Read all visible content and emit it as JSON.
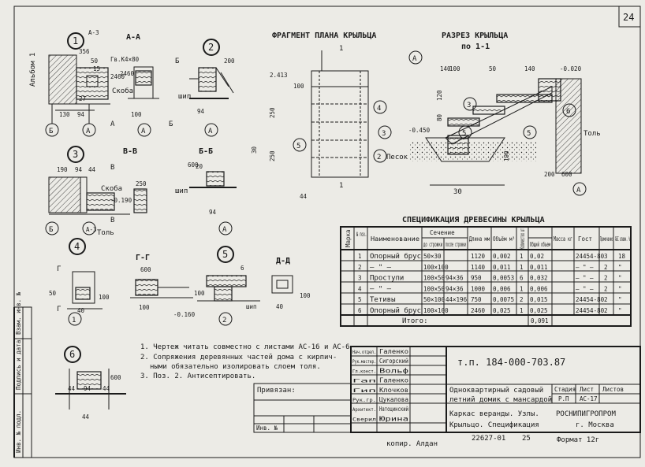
{
  "sheet": {
    "page_number": "24",
    "album_label": "Альбом 1",
    "copied_by": "копир. Алдан",
    "format": "Формат 12г",
    "doc_code_bottom": "22627-01",
    "bottom_num": "25",
    "side_stamp": [
      "Инв. № подл.",
      "Подпись и дата",
      "Взам. инв. №"
    ]
  },
  "titles": {
    "plan": "ФРАГМЕНТ ПЛАНА КРЫЛЬЦА",
    "section": "РАЗРЕЗ КРЫЛЬЦА",
    "section_sub": "по 1-1",
    "spec": "СПЕЦИФИКАЦИЯ ДРЕВЕСИНЫ КРЫЛЬЦА"
  },
  "details": {
    "d1": "1",
    "d2": "2",
    "d3": "3",
    "d4": "4",
    "d5": "5",
    "d6": "6",
    "s_aa": "А-А",
    "s_bb": "В-В",
    "s_bb2": "Б-Б",
    "s_gg": "Г-Г",
    "s_dd": "Д-Д"
  },
  "labels": {
    "skoba": "Скоба",
    "ship": "шип",
    "tol": "Толь",
    "pesok": "Песок",
    "gv": "Гв.К4×80",
    "a3": "А-3",
    "letter_a": "А",
    "letter_b": "Б",
    "letter_v": "В",
    "letter_g": "Г",
    "letter_d": "Д",
    "m0450": "-0.450",
    "m0020": "-0.020",
    "m0160": "-0.160",
    "m0190": "-0.190",
    "d2413": "2.413",
    "dims": [
      "356",
      "50",
      "15",
      "80",
      "27",
      "20",
      "130",
      "94",
      "100",
      "94",
      "94",
      "44",
      "250",
      "250",
      "100",
      "50",
      "140",
      "140",
      "120",
      "80",
      "200",
      "600",
      "30",
      "250",
      "600",
      "190",
      "40",
      "130",
      "2460",
      "2460",
      "44"
    ]
  },
  "spec_table": {
    "headers": {
      "mark": "Марка",
      "pos": "№ поз.",
      "name": "Наименование",
      "section": "Сечение",
      "sec_before": "до строжки",
      "sec_after": "после строжки",
      "length": "Длина мм",
      "volume": "Объём м³",
      "qty": "Количество шт",
      "total": "Общий объем",
      "mass": "Масса кг",
      "gost": "Гост",
      "note": "Примечание",
      "abs": "АБС влажн. %"
    },
    "rows": [
      {
        "pos": "1",
        "name": "Опорный брус",
        "before": "50×30",
        "after": "",
        "length": "1120",
        "volume": "0,002",
        "qty": "1",
        "total": "0,02",
        "mass": "",
        "gost": "24454-80",
        "note": "3",
        "abs": "18"
      },
      {
        "pos": "2",
        "name": "— \" —",
        "before": "100×100",
        "after": "",
        "length": "1140",
        "volume": "0,011",
        "qty": "1",
        "total": "0,011",
        "mass": "",
        "gost": "— \" —",
        "note": "2",
        "abs": "\""
      },
      {
        "pos": "3",
        "name": "Проступи",
        "before": "100×50",
        "after": "94×36",
        "length": "950",
        "volume": "0,0053",
        "qty": "6",
        "total": "0,032",
        "mass": "",
        "gost": "— \" —",
        "note": "2",
        "abs": "\""
      },
      {
        "pos": "4",
        "name": "— \" —",
        "before": "100×50",
        "after": "94×36",
        "length": "1000",
        "volume": "0,006",
        "qty": "1",
        "total": "0,006",
        "mass": "",
        "gost": "— \" —",
        "note": "2",
        "abs": "\""
      },
      {
        "pos": "5",
        "name": "Тетивы",
        "before": "50×100",
        "after": "44×196",
        "length": "750",
        "volume": "0,0075",
        "qty": "2",
        "total": "0,015",
        "mass": "",
        "gost": "24454-80",
        "note": "2",
        "abs": "\""
      },
      {
        "pos": "6",
        "name": "Опорный брус",
        "before": "100×100",
        "after": "",
        "length": "2460",
        "volume": "0,025",
        "qty": "1",
        "total": "0,025",
        "mass": "",
        "gost": "24454-80",
        "note": "2",
        "abs": "\""
      }
    ],
    "total_label": "Итого:",
    "total_value": "0,091"
  },
  "notes": [
    "1. Чертеж читать совместно с листами АС-16 и АС-6",
    "2. Сопряжения деревянных частей дома с кирпич-",
    "ными обязательно изолировать слоем толя.",
    "3. Поз. 2. Антисептировать."
  ],
  "title_block": {
    "privyazan": "Привязан:",
    "inv": "Инв. №",
    "people": [
      {
        "role": "Нач.отдел.",
        "name": "Галенко"
      },
      {
        "role": "Рук.мастер.",
        "name": "Сигорский"
      },
      {
        "role": "Гл.конст.",
        "name": "Вольф"
      },
      {
        "role": "Гап",
        "name": "Галенко"
      },
      {
        "role": "Гип",
        "name": "Клочков"
      },
      {
        "role": "Рук.гр.",
        "name": "Цукалова"
      },
      {
        "role": "Архитект.",
        "name": "Натоцинский"
      },
      {
        "role": "Сверил",
        "name": "Юрина"
      }
    ],
    "code": "т.п. 184-000-703.87",
    "project": [
      "Одноквартирный садовый",
      "летний домик с мансардой"
    ],
    "sheet_title": [
      "Каркас веранды. Узлы.",
      "Крыльцо. Спецификация"
    ],
    "stage_label": "Стадия",
    "stage": "Р.П",
    "sheet_label": "Лист",
    "sheet": "АС-17",
    "sheets_label": "Листов",
    "sheets": "",
    "org": [
      "РОСНИПИГРОПРОМ",
      "г. Москва"
    ]
  }
}
